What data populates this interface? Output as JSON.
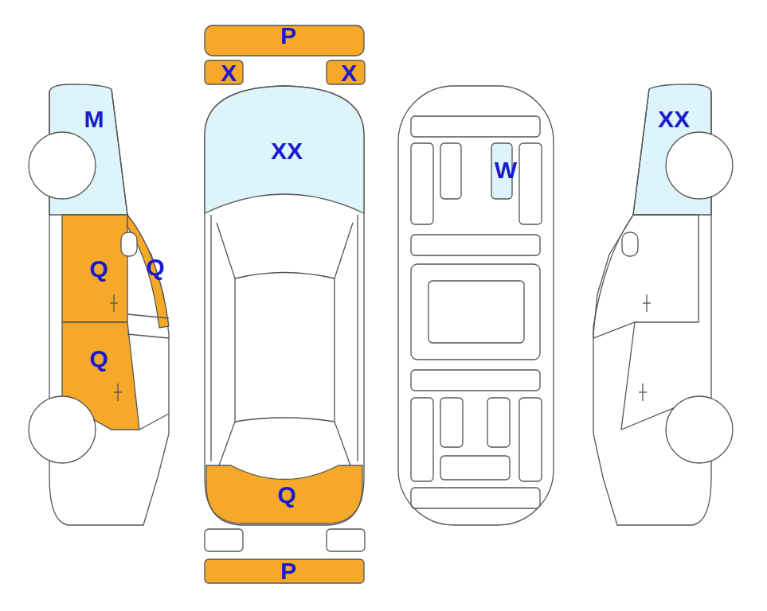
{
  "diagram": {
    "labels": [
      "P",
      "X",
      "X",
      "M",
      "XX",
      "XX",
      "W",
      "Q",
      "Q",
      "Q",
      "Q",
      "P"
    ]
  }
}
